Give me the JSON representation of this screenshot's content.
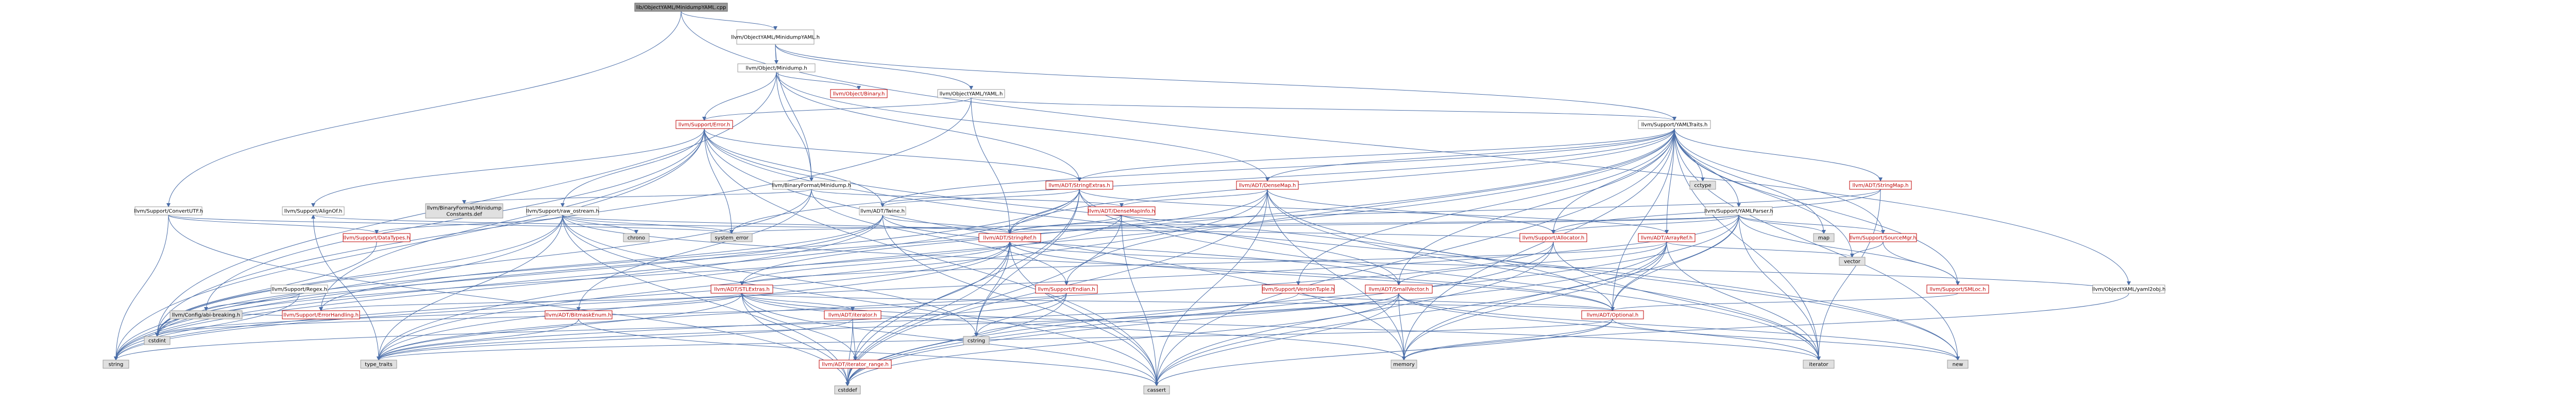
{
  "colors": {
    "root_fill": "#999999",
    "root_stroke": "#666666",
    "node_fill": "#ffffff",
    "node_stroke": "#999999",
    "red_text": "#bf0000",
    "gray_fill": "#e0e0e0",
    "gray_stroke": "#999999",
    "edge": "#4b6ea8",
    "text": "#000000"
  },
  "nodes": [
    {
      "id": "root",
      "label": "lib/ObjectYAML/MinidumpYAML.cpp",
      "style": "root"
    },
    {
      "id": "minidumpyaml",
      "label": [
        "llvm/ObjectYAML/MinidumpYAML.h"
      ],
      "style": "normal"
    },
    {
      "id": "objminidump",
      "label": [
        "llvm/Object/Minidump.h"
      ],
      "style": "normal"
    },
    {
      "id": "objbinary",
      "label": [
        "llvm/Object/Binary.h"
      ],
      "style": "red"
    },
    {
      "id": "objyaml",
      "label": [
        "llvm/ObjectYAML/YAML.h"
      ],
      "style": "normal"
    },
    {
      "id": "supporterror",
      "label": [
        "llvm/Support/Error.h"
      ],
      "style": "red"
    },
    {
      "id": "yamltraits",
      "label": [
        "llvm/Support/YAMLTraits.h"
      ],
      "style": "normal"
    },
    {
      "id": "binaryminidump",
      "label": [
        "llvm/BinaryFormat/Minidump.h"
      ],
      "style": "normal"
    },
    {
      "id": "densemap",
      "label": [
        "llvm/ADT/DenseMap.h"
      ],
      "style": "red"
    },
    {
      "id": "stringextras",
      "label": [
        "llvm/ADT/StringExtras.h"
      ],
      "style": "red"
    },
    {
      "id": "convertutf",
      "label": [
        "llvm/Support/ConvertUTF.h"
      ],
      "style": "normal"
    },
    {
      "id": "alignof",
      "label": [
        "llvm/Support/AlignOf.h"
      ],
      "style": "normal"
    },
    {
      "id": "minidumpconstants",
      "label": [
        "llvm/BinaryFormat/Minidump",
        "Constants.def"
      ],
      "style": "gray"
    },
    {
      "id": "rawostream",
      "label": [
        "llvm/Support/raw_ostream.h"
      ],
      "style": "normal"
    },
    {
      "id": "twine",
      "label": [
        "llvm/ADT/Twine.h"
      ],
      "style": "normal"
    },
    {
      "id": "densemapinfo",
      "label": [
        "llvm/ADT/DenseMapInfo.h"
      ],
      "style": "red"
    },
    {
      "id": "stringmap",
      "label": [
        "llvm/ADT/StringMap.h"
      ],
      "style": "red"
    },
    {
      "id": "yamlparser",
      "label": [
        "llvm/Support/YAMLParser.h"
      ],
      "style": "normal"
    },
    {
      "id": "cctype",
      "label": [
        "cctype"
      ],
      "style": "gray"
    },
    {
      "id": "map",
      "label": [
        "map"
      ],
      "style": "gray"
    },
    {
      "id": "vector",
      "label": [
        "vector"
      ],
      "style": "gray"
    },
    {
      "id": "yamlstrtab",
      "label": [
        "llvm/ObjectYAML/yaml2obj.h"
      ],
      "style": "normal"
    },
    {
      "id": "stringref",
      "label": [
        "llvm/ADT/StringRef.h"
      ],
      "style": "red"
    },
    {
      "id": "arrayref",
      "label": [
        "llvm/ADT/ArrayRef.h"
      ],
      "style": "red"
    },
    {
      "id": "sourcemgr",
      "label": [
        "llvm/Support/SourceMgr.h"
      ],
      "style": "red"
    },
    {
      "id": "allocator",
      "label": [
        "llvm/Support/Allocator.h"
      ],
      "style": "red"
    },
    {
      "id": "chrono",
      "label": [
        "chrono"
      ],
      "style": "gray"
    },
    {
      "id": "systemerror",
      "label": [
        "system_error"
      ],
      "style": "gray"
    },
    {
      "id": "datatypes",
      "label": [
        "llvm/Support/DataTypes.h"
      ],
      "style": "red"
    },
    {
      "id": "regex",
      "label": [
        "llvm/Support/Regex.h"
      ],
      "style": "normal"
    },
    {
      "id": "configabi",
      "label": [
        "llvm/Config/abi-breaking.h"
      ],
      "style": "gray"
    },
    {
      "id": "errorhandling",
      "label": [
        "llvm/Support/ErrorHandling.h"
      ],
      "style": "red"
    },
    {
      "id": "stlextras",
      "label": [
        "llvm/ADT/STLExtras.h"
      ],
      "style": "red"
    },
    {
      "id": "bitmaskenum",
      "label": [
        "llvm/ADT/BitmaskEnum.h"
      ],
      "style": "red"
    },
    {
      "id": "iterator",
      "label": [
        "llvm/ADT/iterator.h"
      ],
      "style": "red"
    },
    {
      "id": "iteratorrange",
      "label": [
        "llvm/ADT/iterator_range.h"
      ],
      "style": "red"
    },
    {
      "id": "endian",
      "label": [
        "llvm/Support/Endian.h"
      ],
      "style": "red"
    },
    {
      "id": "versiontuple",
      "label": [
        "llvm/Support/VersionTuple.h"
      ],
      "style": "red"
    },
    {
      "id": "smallvector",
      "label": [
        "llvm/ADT/SmallVector.h"
      ],
      "style": "red"
    },
    {
      "id": "smloc",
      "label": [
        "llvm/Support/SMLoc.h"
      ],
      "style": "red"
    },
    {
      "id": "optional",
      "label": [
        "llvm/ADT/Optional.h"
      ],
      "style": "red"
    },
    {
      "id": "cstdint",
      "label": [
        "cstdint"
      ],
      "style": "gray"
    },
    {
      "id": "string",
      "label": [
        "string"
      ],
      "style": "gray"
    },
    {
      "id": "typetraits",
      "label": [
        "type_traits"
      ],
      "style": "gray"
    },
    {
      "id": "cstring",
      "label": [
        "cstring"
      ],
      "style": "gray"
    },
    {
      "id": "cstddef",
      "label": [
        "cstddef"
      ],
      "style": "gray"
    },
    {
      "id": "cassert",
      "label": [
        "cassert"
      ],
      "style": "gray"
    },
    {
      "id": "memory",
      "label": [
        "memory"
      ],
      "style": "gray"
    },
    {
      "id": "iteratorstd",
      "label": [
        "iterator"
      ],
      "style": "gray"
    },
    {
      "id": "new",
      "label": [
        "new"
      ],
      "style": "gray"
    }
  ]
}
